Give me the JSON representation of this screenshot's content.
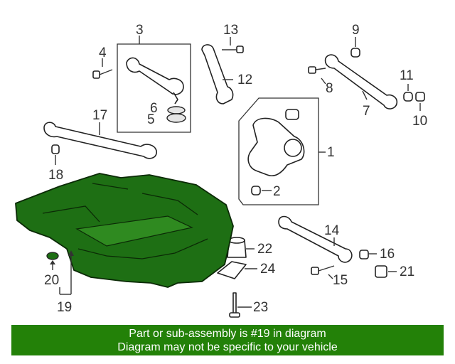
{
  "callouts": [
    "1",
    "2",
    "3",
    "4",
    "5",
    "6",
    "7",
    "8",
    "9",
    "10",
    "11",
    "12",
    "13",
    "14",
    "15",
    "16",
    "17",
    "18",
    "19",
    "20",
    "21",
    "22",
    "23",
    "24"
  ],
  "highlighted_part": "19",
  "banner": {
    "line1": "Part or sub-assembly is #19 in diagram",
    "line2": "Diagram may not be specific to your vehicle"
  },
  "colors": {
    "highlight_fill": "#1e6f14",
    "banner_bg": "#238108",
    "banner_text": "#ffffff"
  }
}
